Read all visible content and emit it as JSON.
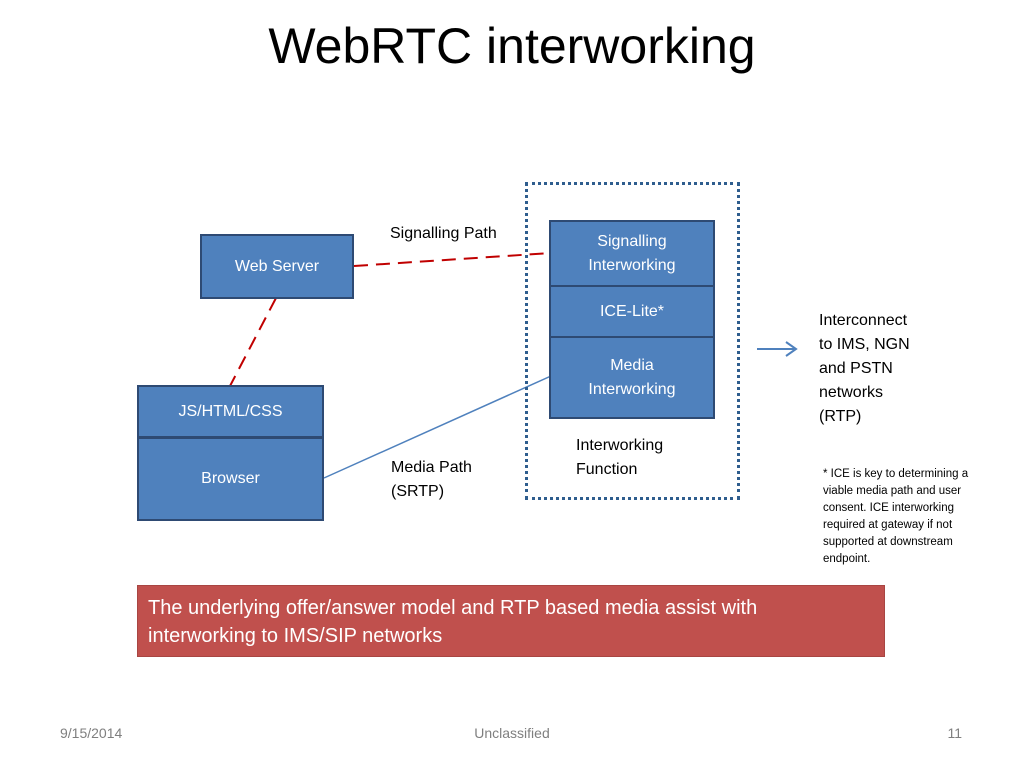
{
  "title": "WebRTC interworking",
  "nodes": {
    "web_server": "Web Server",
    "js_html_css": "JS/HTML/CSS",
    "browser": "Browser",
    "signalling_interworking": "Signalling Interworking",
    "ice_lite": "ICE-Lite*",
    "media_interworking": "Media Interworking"
  },
  "labels": {
    "signalling_path": "Signalling Path",
    "media_path_line1": "Media Path",
    "media_path_line2": "(SRTP)",
    "interworking_function_line1": "Interworking",
    "interworking_function_line2": "Function",
    "interconnect": [
      "Interconnect",
      "to IMS, NGN",
      "and PSTN",
      "networks",
      "(RTP)"
    ]
  },
  "note": [
    "* ICE is key to determining a",
    "viable media path and user",
    "consent. ICE interworking",
    "required at gateway if not",
    "supported at downstream",
    "endpoint."
  ],
  "banner": {
    "line1": "The underlying offer/answer model and RTP based media assist with",
    "line2": "interworking to IMS/SIP networks"
  },
  "footer": {
    "date": "9/15/2014",
    "classification": "Unclassified",
    "page_number": "11"
  },
  "colors": {
    "box_fill": "#4f81bd",
    "box_border": "#2e4a73",
    "signalling_line": "#c00000",
    "media_line": "#4f81bd",
    "banner_fill": "#c0504d"
  }
}
